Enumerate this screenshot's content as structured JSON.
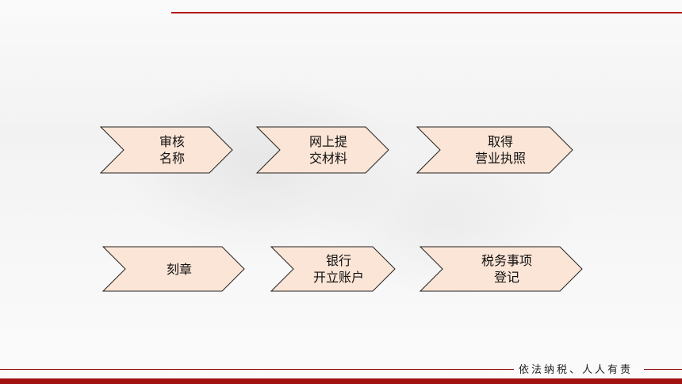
{
  "steps": [
    {
      "label_line1": "审核",
      "label_line2": "名称"
    },
    {
      "label_line1": "网上提",
      "label_line2": "交材料"
    },
    {
      "label_line1": "取得",
      "label_line2": "营业执照"
    },
    {
      "label_line1": "刻章",
      "label_line2": ""
    },
    {
      "label_line1": "银行",
      "label_line2": "开立账户"
    },
    {
      "label_line1": "税务事项",
      "label_line2": "登记"
    }
  ],
  "footer": {
    "slogan": "依法纳税、人人有责"
  },
  "colors": {
    "chevron_fill": "#fbe5d6",
    "chevron_stroke": "#222222",
    "accent": "#b41a1a"
  }
}
